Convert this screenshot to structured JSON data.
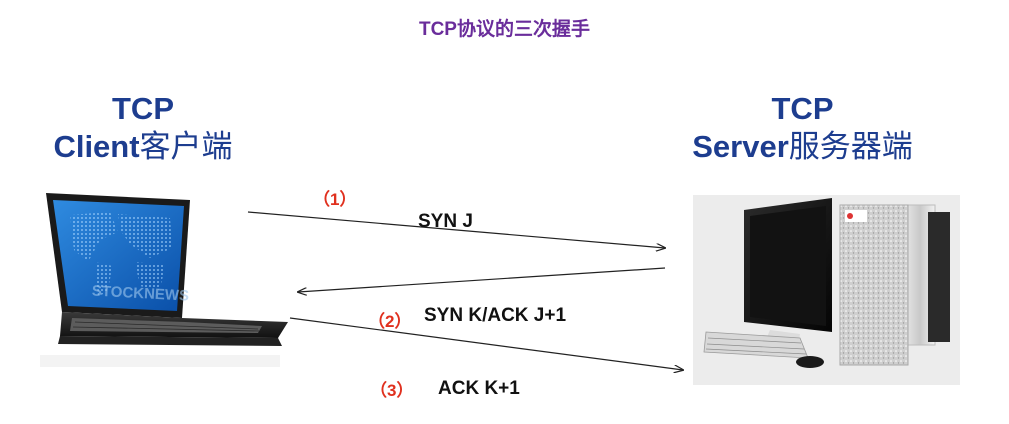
{
  "title": "TCP协议的三次握手",
  "client": {
    "line1": "TCP",
    "line2_en": "Client",
    "line2_cn": "客户端"
  },
  "server": {
    "line1": "TCP",
    "line2_en": "Server",
    "line2_cn": "服务器端"
  },
  "steps": [
    {
      "num": "（1）",
      "label": "SYN J"
    },
    {
      "num": "（2）",
      "label": "SYN K/ACK J+1"
    },
    {
      "num": "（3）",
      "label": "ACK K+1"
    }
  ],
  "laptop_watermark": "STOCKNEWS"
}
